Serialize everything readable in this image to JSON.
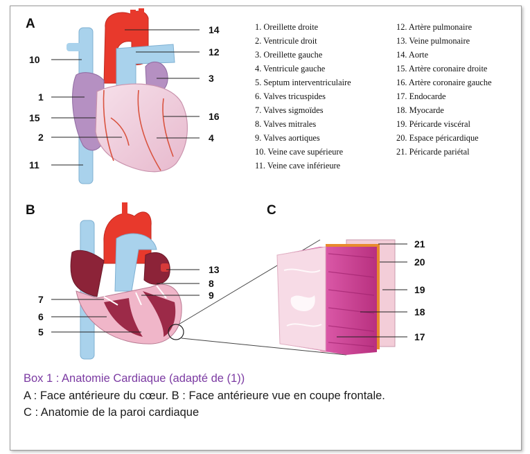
{
  "panels": {
    "a": "A",
    "b": "B",
    "c": "C"
  },
  "legend_col1": [
    "1. Oreillette droite",
    "2. Ventricule droit",
    "3. Oreillette gauche",
    "4. Ventricule gauche",
    "5. Septum interventriculaire",
    "6. Valves tricuspides",
    "7. Valves sigmoïdes",
    "8. Valves mitrales",
    "9. Valves aortiques",
    "10. Veine cave supérieure",
    "11. Veine cave inférieure"
  ],
  "legend_col2": [
    "12. Artère pulmonaire",
    "13. Veine pulmonaire",
    "14. Aorte",
    "15. Artère coronaire droite",
    "16. Artère coronaire gauche",
    "17. Endocarde",
    "18. Myocarde",
    "19. Péricarde viscéral",
    "20. Espace péricardique",
    "21. Péricarde pariétal"
  ],
  "labels": {
    "l1": "1",
    "l2": "2",
    "l3": "3",
    "l4": "4",
    "l5": "5",
    "l6": "6",
    "l7": "7",
    "l8": "8",
    "l9": "9",
    "l10": "10",
    "l11": "11",
    "l12": "12",
    "l13": "13",
    "l14": "14",
    "l15": "15",
    "l16": "16",
    "l17": "17",
    "l18": "18",
    "l19": "19",
    "l20": "20",
    "l21": "21"
  },
  "caption": {
    "title": "Box 1 : Anatomie Cardiaque (adapté de (1))",
    "line1": "A : Face antérieure du cœur.  B : Face antérieure vue en coupe frontale.",
    "line2": "C : Anatomie de la paroi cardiaque"
  },
  "colors": {
    "accent_purple": "#7b3aa2",
    "aorta_red": "#e8392c",
    "vein_blue": "#a9d2ec",
    "heart_pink": "#f2d3e0",
    "atrium_purple": "#b590c2",
    "myocardium_magenta": "#c2428f"
  }
}
